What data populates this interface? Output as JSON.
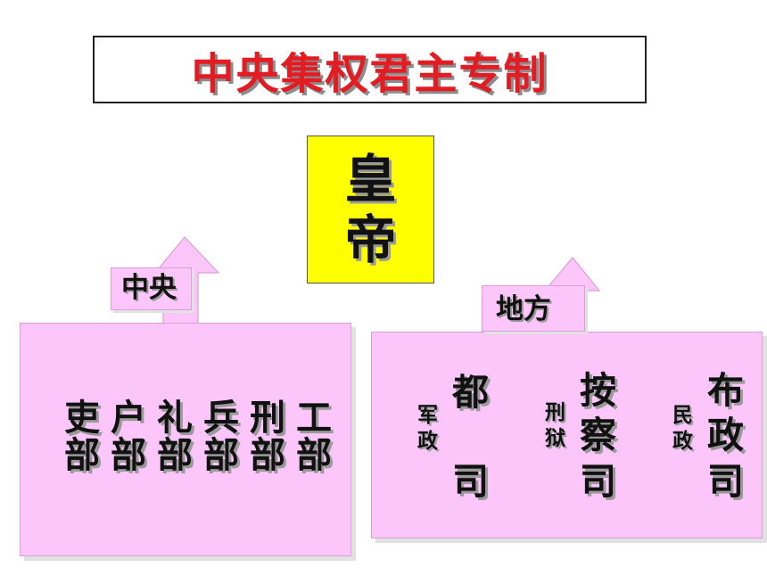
{
  "title": "中央集权君主专制",
  "emperor": [
    "皇",
    "帝"
  ],
  "central": {
    "label": "中央",
    "ministries": [
      {
        "top": "吏",
        "bottom": "部"
      },
      {
        "top": "户",
        "bottom": "部"
      },
      {
        "top": "礼",
        "bottom": "部"
      },
      {
        "top": "兵",
        "bottom": "部"
      },
      {
        "top": "刑",
        "bottom": "部"
      },
      {
        "top": "工",
        "bottom": "部"
      }
    ]
  },
  "local": {
    "label": "地方",
    "offices": [
      {
        "chars": [
          "都",
          "司"
        ],
        "duty": [
          "军",
          "政"
        ]
      },
      {
        "chars": [
          "按",
          "察",
          "司"
        ],
        "duty": [
          "刑",
          "狱"
        ]
      },
      {
        "chars": [
          "布",
          "政",
          "司"
        ],
        "duty": [
          "民",
          "政"
        ]
      }
    ]
  },
  "colors": {
    "title_text": "#e31b23",
    "emperor_bg": "#ffff00",
    "box_fill": "#fcc6fb",
    "text": "#111111"
  }
}
